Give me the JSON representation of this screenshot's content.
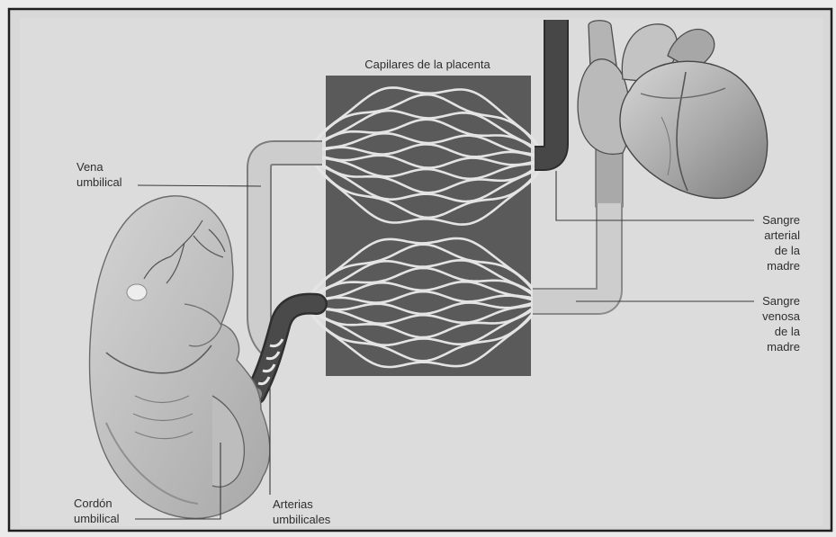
{
  "diagram": {
    "placenta_capillaries": "Capilares de la placenta",
    "umbilical_vein": [
      "Vena",
      "umbilical"
    ],
    "maternal_arterial_blood": [
      "Sangre",
      "arterial",
      "de la",
      "madre"
    ],
    "maternal_venous_blood": [
      "Sangre",
      "venosa",
      "de la",
      "madre"
    ],
    "umbilical_cord": [
      "Cordón",
      "umbilical"
    ],
    "umbilical_arteries": [
      "Arterias",
      "umbilicales"
    ]
  },
  "colors": {
    "page_background": "#ebebeb",
    "panel": "#d8d8d8",
    "frame": "#1f1f1f",
    "placenta": "#5a5a5a",
    "capillaries": "#e4e4e4",
    "maternal_artery": "#474747",
    "light_vessel": "#cdcdcd",
    "label_text": "#2e2e2e"
  }
}
